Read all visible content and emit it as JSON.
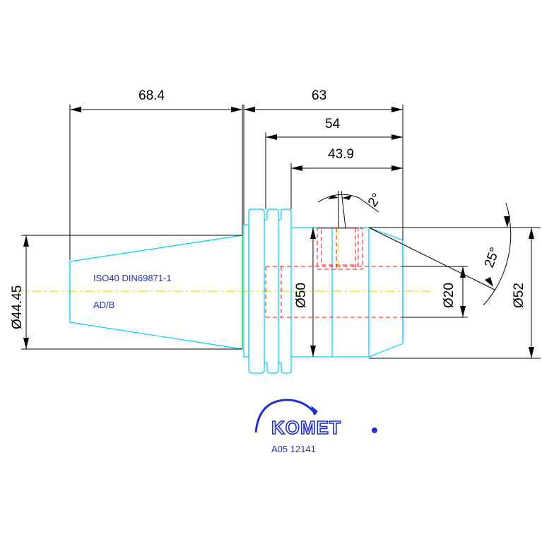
{
  "dimensions": {
    "shank_length": "68.4",
    "length_63": "63",
    "length_54": "54",
    "length_43_9": "43.9",
    "taper_diameter": "Ø44.45",
    "flange_diameter": "Ø50",
    "bore_diameter": "Ø20",
    "body_diameter": "Ø52",
    "chamfer_angle": "25°",
    "screw_angle": "2°"
  },
  "notes": {
    "standard": "ISO40 DIN69871-1",
    "coolant_form": "AD/B"
  },
  "brand": {
    "name": "KOMET",
    "part_number": "A05 12141"
  },
  "colors": {
    "outline": "#00ccff",
    "dimension": "#000000",
    "hidden": "#ff0000",
    "centerline": "#e8e800",
    "brand": "#1f2fd0"
  }
}
